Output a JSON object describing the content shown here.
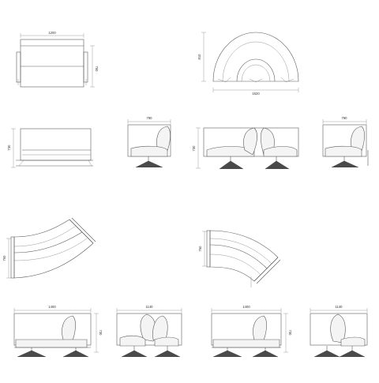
{
  "dimensions": {
    "top_sofa_width": "1200",
    "top_sofa_depth": "760",
    "semicircle_height": "810",
    "semicircle_width": "1620",
    "side_sofa_height": "730",
    "chair_front_width": "790",
    "double_chair_height": "730",
    "chair_right_width": "790",
    "curve_left_depth": "760",
    "curve_right_depth": "760",
    "bottom_sofa_left_width": "1400",
    "bottom_sofa_left_height": "730",
    "bottom_chair_width": "1140",
    "bottom_sofa_right_width": "1400",
    "bottom_sofa_right_height": "730",
    "bottom_chair_right_width": "1140"
  },
  "colors": {
    "line": "#5a5a5a",
    "base": "#4a4a4a",
    "dimension": "#777777"
  }
}
